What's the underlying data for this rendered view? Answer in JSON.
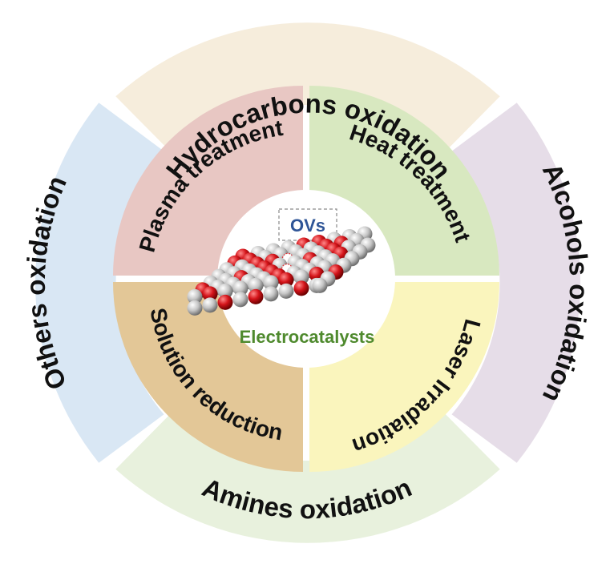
{
  "outer_ring": [
    {
      "key": "hydrocarbons",
      "label": "Hydrocarbons oxidation",
      "color": "#f6eddc"
    },
    {
      "key": "alcohols",
      "label": "Alcohols oxidation",
      "color": "#e6dde8"
    },
    {
      "key": "amines",
      "label": "Amines oxidation",
      "color": "#e8f1dd"
    },
    {
      "key": "others",
      "label": "Others oxidation",
      "color": "#d9e7f4"
    }
  ],
  "inner_ring": [
    {
      "key": "plasma",
      "label": "Plasma treatment",
      "color": "#e8c7c3"
    },
    {
      "key": "heat",
      "label": "Heat treatment",
      "color": "#d8e8c0"
    },
    {
      "key": "laser",
      "label": "Laser Irradiation",
      "color": "#faf5bd"
    },
    {
      "key": "solution",
      "label": "Solution reduction",
      "color": "#e3c797"
    }
  ],
  "center": {
    "ovs_label": "OVs",
    "ovs_color": "#2f5597",
    "catalyst_label": "Electrocatalysts",
    "catalyst_color": "#4f8a2e"
  }
}
